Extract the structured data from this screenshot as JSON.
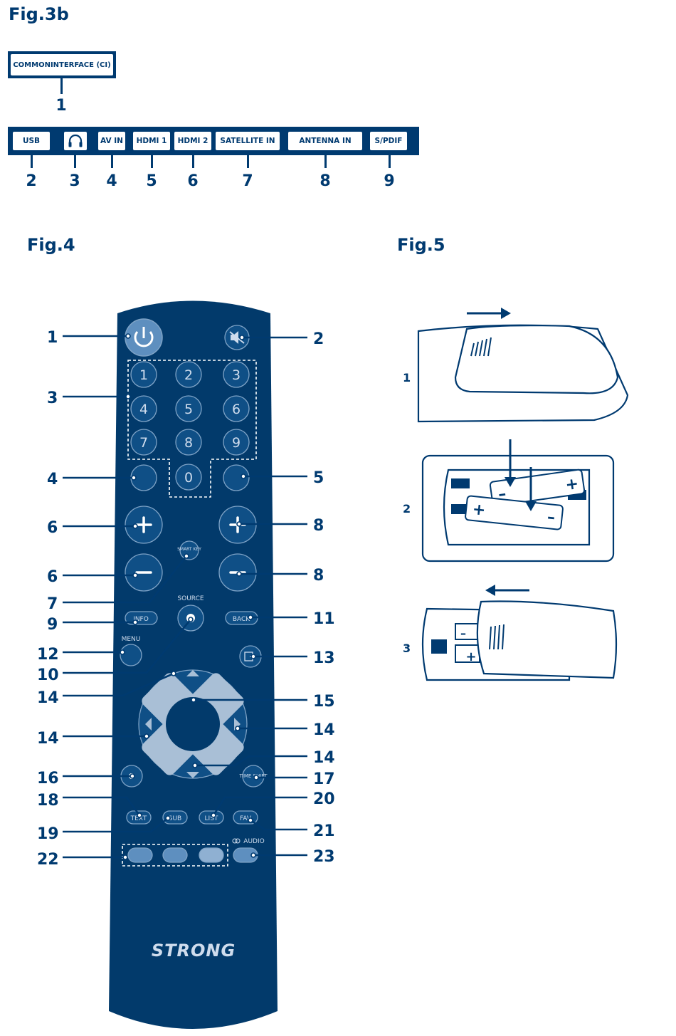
{
  "fig3b": {
    "title": "Fig.3b",
    "ci_label": "COMMONINTERFACE (CI)",
    "ci_number": "1",
    "ports": [
      {
        "label": "USB",
        "number": "2"
      },
      {
        "label": "",
        "icon": "headphones-icon",
        "number": "3"
      },
      {
        "label": "AV IN",
        "number": "4"
      },
      {
        "label": "HDMI 1",
        "number": "5"
      },
      {
        "label": "HDMI 2",
        "number": "6"
      },
      {
        "label": "SATELLITE IN",
        "number": "7"
      },
      {
        "label": "ANTENNA IN",
        "number": "8"
      },
      {
        "label": "S/PDIF",
        "number": "9"
      }
    ]
  },
  "fig4": {
    "title": "Fig.4",
    "brand": "STRONG",
    "keys": {
      "digits": [
        "1",
        "2",
        "3",
        "4",
        "5",
        "6",
        "7",
        "8",
        "9",
        "0"
      ],
      "smart_key": "SMART KEY",
      "info": "INFO",
      "source": "SOURCE",
      "back": "BACK",
      "menu": "MENU",
      "time_shift": "TIME SHIFT",
      "text": "TEXT",
      "sub": "SUB",
      "list": "LIST",
      "fav": "FAV",
      "audio": "AUDIO",
      "plus": "+",
      "minus": "–"
    },
    "callouts_left": [
      "1",
      "3",
      "4",
      "6",
      "6",
      "7",
      "9",
      "12",
      "10",
      "14",
      "14",
      "16",
      "18",
      "19",
      "22"
    ],
    "callouts_right": [
      "2",
      "5",
      "8",
      "8",
      "11",
      "13",
      "15",
      "14",
      "14",
      "17",
      "20",
      "21",
      "23"
    ]
  },
  "fig5": {
    "title": "Fig.5",
    "steps": [
      "1",
      "2",
      "3"
    ],
    "battery_plus": "+",
    "battery_minus": "–"
  },
  "colors": {
    "brand_blue": "#003a70",
    "remote_body": "#023a6b",
    "button_fill": "#0f4f86",
    "button_border": "#7fa3c6",
    "dpad": "#a9bfd6"
  }
}
